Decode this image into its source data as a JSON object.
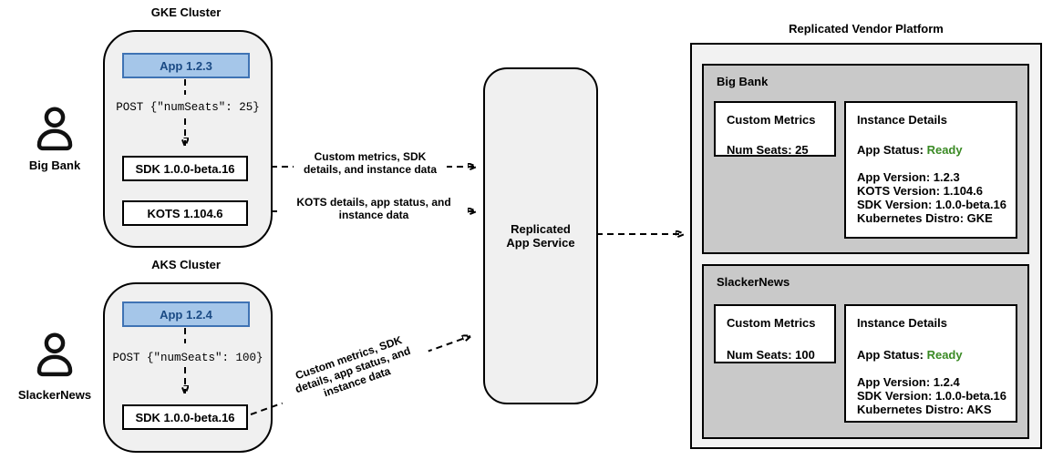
{
  "colors": {
    "app_box_fill": "#a5c6e9",
    "app_box_border": "#3f73b4",
    "app_box_text": "#1a4a84",
    "cluster_fill": "#f0f0f0",
    "platform_fill": "#f2f2f2",
    "tenant_panel_fill": "#c9c9c9",
    "component_box_fill": "#ffffff",
    "status_ready_color": "#3a8a24",
    "line_color": "#000000"
  },
  "actors": [
    {
      "name": "Big Bank"
    },
    {
      "name": "SlackerNews"
    }
  ],
  "clusters": [
    {
      "title": "GKE Cluster",
      "app_label": "App 1.2.3",
      "post_label": "POST {\"numSeats\": 25}",
      "components": [
        "SDK 1.0.0-beta.16",
        "KOTS 1.104.6"
      ]
    },
    {
      "title": "AKS Cluster",
      "app_label": "App 1.2.4",
      "post_label": "POST {\"numSeats\": 100}",
      "components": [
        "SDK 1.0.0-beta.16"
      ]
    }
  ],
  "arrows": {
    "sdk_to_service": "Custom metrics, SDK details, and instance data",
    "kots_to_service": "KOTS details, app status, and instance data",
    "aks_sdk_to_service": "Custom metrics, SDK details, app status, and instance data"
  },
  "service": {
    "label": "Replicated App Service"
  },
  "platform": {
    "title": "Replicated Vendor Platform",
    "tenants": [
      {
        "name": "Big Bank",
        "custom_metrics": {
          "title": "Custom Metrics",
          "metric": "Num Seats: 25"
        },
        "instance_details": {
          "title": "Instance Details",
          "app_status_label": "App Status:",
          "app_status_value": "Ready",
          "lines": [
            "App Version: 1.2.3",
            "KOTS Version: 1.104.6",
            "SDK Version: 1.0.0-beta.16",
            "Kubernetes Distro: GKE"
          ]
        }
      },
      {
        "name": "SlackerNews",
        "custom_metrics": {
          "title": "Custom Metrics",
          "metric": "Num Seats: 100"
        },
        "instance_details": {
          "title": "Instance Details",
          "app_status_label": "App Status:",
          "app_status_value": "Ready",
          "lines": [
            "App Version: 1.2.4",
            "SDK Version: 1.0.0-beta.16",
            "Kubernetes Distro: AKS"
          ]
        }
      }
    ]
  }
}
